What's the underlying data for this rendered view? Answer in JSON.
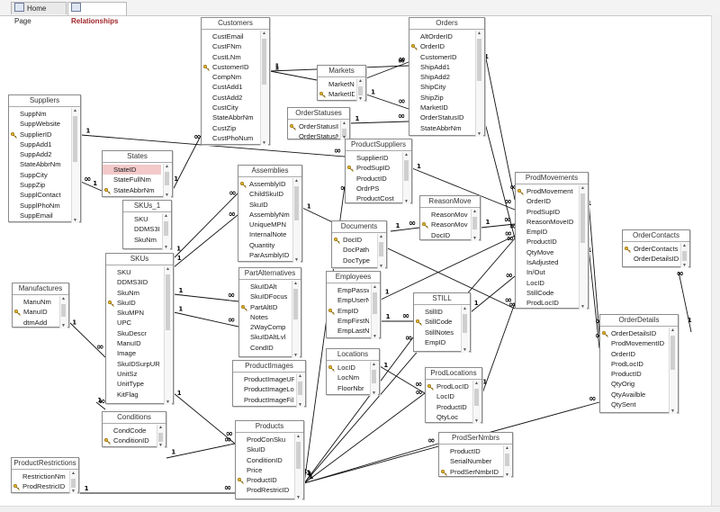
{
  "tabs": [
    {
      "label": "Home Page",
      "icon": "form-icon",
      "active": false
    },
    {
      "label": "Relationships",
      "icon": "relationships-icon",
      "active": true
    }
  ],
  "tables": [
    {
      "id": "customers",
      "name": "Customers",
      "fields": [
        {
          "n": "CustEmail"
        },
        {
          "n": "CustFNm"
        },
        {
          "n": "CustLNm"
        },
        {
          "n": "CustomerID",
          "key": true
        },
        {
          "n": "CompNm"
        },
        {
          "n": "CustAdd1"
        },
        {
          "n": "CustAdd2"
        },
        {
          "n": "CustCity"
        },
        {
          "n": "StateAbbrNm"
        },
        {
          "n": "CustZip"
        },
        {
          "n": "CustPhoNum"
        }
      ]
    },
    {
      "id": "orders",
      "name": "Orders",
      "fields": [
        {
          "n": "AltOrderID"
        },
        {
          "n": "OrderID",
          "key": true
        },
        {
          "n": "CustomerID"
        },
        {
          "n": "ShipAdd1"
        },
        {
          "n": "ShipAdd2"
        },
        {
          "n": "ShipCity"
        },
        {
          "n": "ShipZip"
        },
        {
          "n": "MarketID"
        },
        {
          "n": "OrderStatusID"
        },
        {
          "n": "StateAbbrNm"
        }
      ]
    },
    {
      "id": "markets",
      "name": "Markets",
      "fields": [
        {
          "n": "MarketNm"
        },
        {
          "n": "MarketID",
          "key": true
        }
      ]
    },
    {
      "id": "orderstatuses",
      "name": "OrderStatuses",
      "fields": [
        {
          "n": "OrderStatusID",
          "key": true
        },
        {
          "n": "OrderStatusNm"
        }
      ]
    },
    {
      "id": "suppliers",
      "name": "Suppliers",
      "fields": [
        {
          "n": "SuppNm"
        },
        {
          "n": "SuppWebsite"
        },
        {
          "n": "SupplierID",
          "key": true
        },
        {
          "n": "SuppAdd1"
        },
        {
          "n": "SuppAdd2"
        },
        {
          "n": "StateAbbrNm"
        },
        {
          "n": "SuppCity"
        },
        {
          "n": "SuppZip"
        },
        {
          "n": "SupplContact"
        },
        {
          "n": "SupplPhoNm"
        },
        {
          "n": "SuppEmail"
        }
      ]
    },
    {
      "id": "states",
      "name": "States",
      "fields": [
        {
          "n": "StateID",
          "sel": true
        },
        {
          "n": "StateFullNm"
        },
        {
          "n": "StateAbbrNm",
          "key": true
        }
      ]
    },
    {
      "id": "skus1",
      "name": "SKUs_1",
      "fields": [
        {
          "n": "SKU"
        },
        {
          "n": "DDMS3ID"
        },
        {
          "n": "SkuNm"
        }
      ]
    },
    {
      "id": "skus",
      "name": "SKUs",
      "fields": [
        {
          "n": "SKU"
        },
        {
          "n": "DDMS3ID"
        },
        {
          "n": "SkuNm"
        },
        {
          "n": "SkuID",
          "key": true
        },
        {
          "n": "SkuMPN"
        },
        {
          "n": "UPC"
        },
        {
          "n": "SkuDescr"
        },
        {
          "n": "ManuID"
        },
        {
          "n": "Image"
        },
        {
          "n": "SkuIDSurpUR"
        },
        {
          "n": "UnitSz"
        },
        {
          "n": "UnitType"
        },
        {
          "n": "KitFlag"
        }
      ]
    },
    {
      "id": "assemblies",
      "name": "Assemblies",
      "fields": [
        {
          "n": "AssemblyID",
          "key": true
        },
        {
          "n": "ChildSkuID"
        },
        {
          "n": "SkuID"
        },
        {
          "n": "AssemblyNm"
        },
        {
          "n": "UniqueMPN"
        },
        {
          "n": "InternalNote"
        },
        {
          "n": "Quantity"
        },
        {
          "n": "ParAsmblyID"
        }
      ]
    },
    {
      "id": "partalternatives",
      "name": "PartAlternatives",
      "fields": [
        {
          "n": "SkuIDAlt"
        },
        {
          "n": "SkuIDFocus"
        },
        {
          "n": "PartAltID",
          "key": true
        },
        {
          "n": "Notes"
        },
        {
          "n": "2WayComp"
        },
        {
          "n": "SkuIDAltLvl"
        },
        {
          "n": "CondID"
        }
      ]
    },
    {
      "id": "productimages",
      "name": "ProductImages",
      "fields": [
        {
          "n": "ProductImageUR"
        },
        {
          "n": "ProductImageLo"
        },
        {
          "n": "ProductImageFil"
        }
      ]
    },
    {
      "id": "products",
      "name": "Products",
      "fields": [
        {
          "n": "ProdConSku"
        },
        {
          "n": "SkuID"
        },
        {
          "n": "ConditionID"
        },
        {
          "n": "Price"
        },
        {
          "n": "ProductID",
          "key": true
        },
        {
          "n": "ProdRestricID"
        }
      ]
    },
    {
      "id": "productsuppliers",
      "name": "ProductSuppliers",
      "fields": [
        {
          "n": "SupplierID"
        },
        {
          "n": "ProdSupID",
          "key": true
        },
        {
          "n": "ProductID"
        },
        {
          "n": "OrdrPS"
        },
        {
          "n": "ProductCost"
        }
      ]
    },
    {
      "id": "documents",
      "name": "Documents",
      "fields": [
        {
          "n": "DocID",
          "key": true
        },
        {
          "n": "DocPath"
        },
        {
          "n": "DocType"
        }
      ]
    },
    {
      "id": "reasonmove",
      "name": "ReasonMove",
      "fields": [
        {
          "n": "ReasonMov"
        },
        {
          "n": "ReasonMov",
          "key": true
        },
        {
          "n": "DocID"
        }
      ]
    },
    {
      "id": "prodmovements",
      "name": "ProdMovements",
      "fields": [
        {
          "n": "ProdMovement",
          "key": true
        },
        {
          "n": "OrderID"
        },
        {
          "n": "ProdSupID"
        },
        {
          "n": "ReasonMoveID"
        },
        {
          "n": "EmpID"
        },
        {
          "n": "ProductID"
        },
        {
          "n": "QtyMove"
        },
        {
          "n": "IsAdjusted"
        },
        {
          "n": "In/Out"
        },
        {
          "n": "LocID"
        },
        {
          "n": "StillCode"
        },
        {
          "n": "ProdLocID"
        }
      ]
    },
    {
      "id": "ordercontacts",
      "name": "OrderContacts",
      "fields": [
        {
          "n": "OrderContacts",
          "key": true
        },
        {
          "n": "OrderDetailsID"
        }
      ]
    },
    {
      "id": "orderdetails",
      "name": "OrderDetails",
      "fields": [
        {
          "n": "OrderDetailsID",
          "key": true
        },
        {
          "n": "ProdMovementID"
        },
        {
          "n": "OrderID"
        },
        {
          "n": "ProdLocID"
        },
        {
          "n": "ProductID"
        },
        {
          "n": "QtyOrig"
        },
        {
          "n": "QtyAvailble"
        },
        {
          "n": "QtySent"
        }
      ]
    },
    {
      "id": "employees",
      "name": "Employees",
      "fields": [
        {
          "n": "EmpPasswo"
        },
        {
          "n": "EmpUserNm"
        },
        {
          "n": "EmpID",
          "key": true
        },
        {
          "n": "EmpFirstNm"
        },
        {
          "n": "EmpLastNm"
        }
      ]
    },
    {
      "id": "still",
      "name": "STILL",
      "fields": [
        {
          "n": "StillID"
        },
        {
          "n": "StillCode",
          "key": true
        },
        {
          "n": "StillNotes"
        },
        {
          "n": "EmpID"
        }
      ]
    },
    {
      "id": "locations",
      "name": "Locations",
      "fields": [
        {
          "n": "LocID",
          "key": true
        },
        {
          "n": "LocNm"
        },
        {
          "n": "FloorNbr"
        }
      ]
    },
    {
      "id": "prodlocations",
      "name": "ProdLocations",
      "fields": [
        {
          "n": "ProdLocID",
          "key": true
        },
        {
          "n": "LocID"
        },
        {
          "n": "ProductID"
        },
        {
          "n": "QtyLoc"
        }
      ]
    },
    {
      "id": "prodsernmbrs",
      "name": "ProdSerNmbrs",
      "fields": [
        {
          "n": "ProductID"
        },
        {
          "n": "SerialNumber"
        },
        {
          "n": "ProdSerNmbrID",
          "key": true
        }
      ]
    },
    {
      "id": "manufactures",
      "name": "Manufactures",
      "fields": [
        {
          "n": "ManuNm"
        },
        {
          "n": "ManuID",
          "key": true
        },
        {
          "n": "dtmAdd"
        }
      ]
    },
    {
      "id": "conditions",
      "name": "Conditions",
      "fields": [
        {
          "n": "CondCode"
        },
        {
          "n": "ConditionID",
          "key": true
        }
      ]
    },
    {
      "id": "productrestrictions",
      "name": "ProductRestrictions",
      "fields": [
        {
          "n": "RestrictionNm"
        },
        {
          "n": "ProdRestricID",
          "key": true
        }
      ]
    }
  ],
  "rel_labels": {
    "one": "1",
    "many": "∞"
  }
}
